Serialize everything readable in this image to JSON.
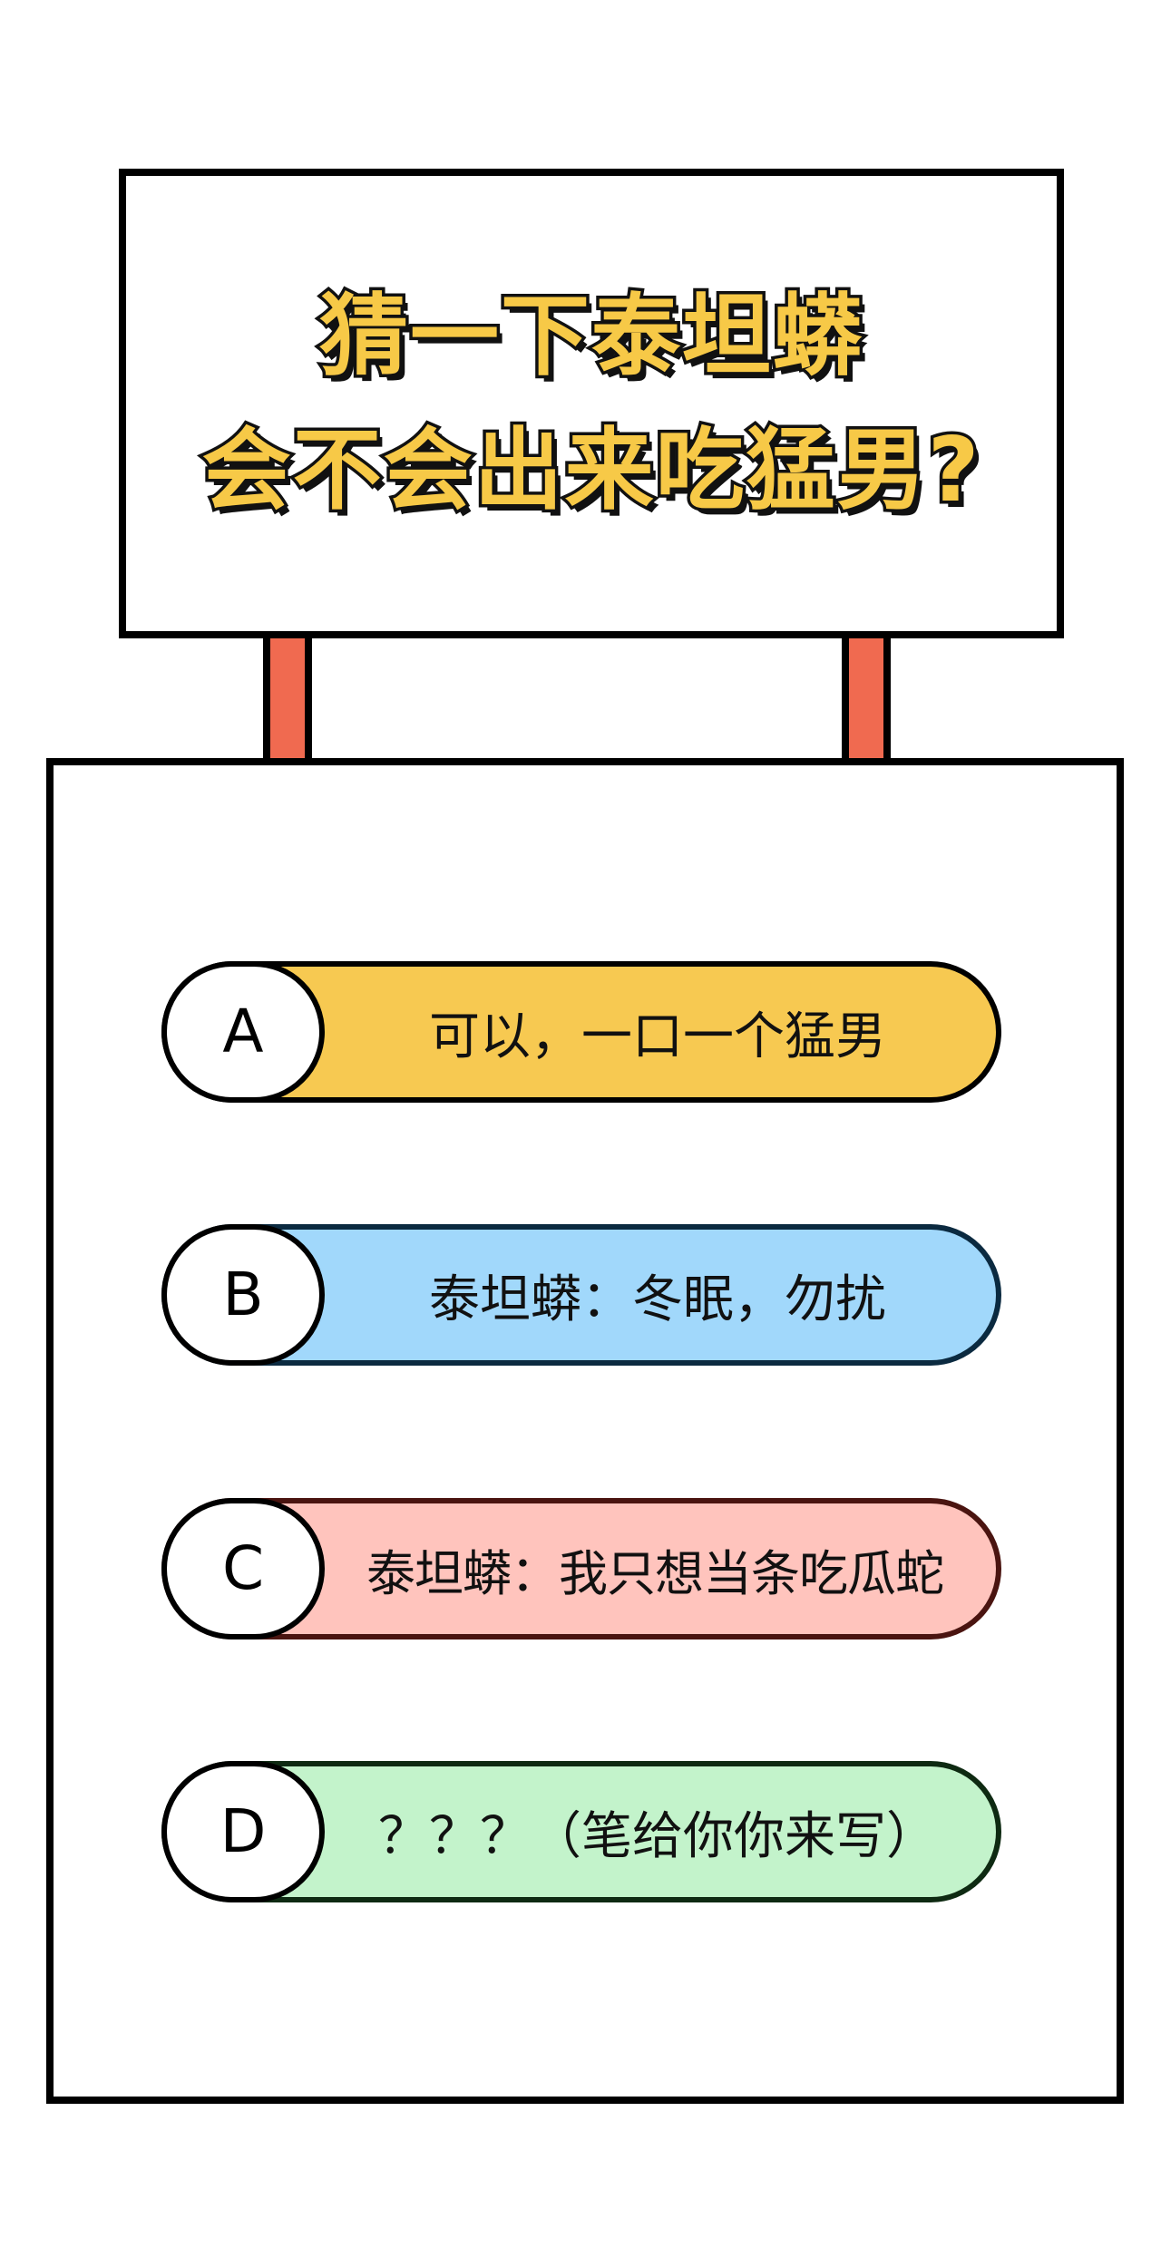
{
  "title": {
    "line1": "猜一下泰坦蟒",
    "line2": "会不会出来吃猛男?"
  },
  "options": [
    {
      "letter": "A",
      "text": "可以，一口一个猛男",
      "color": "#F7C951",
      "border": "#000000"
    },
    {
      "letter": "B",
      "text": "泰坦蟒：冬眠，勿扰",
      "color": "#A1D8FB",
      "border": "#0B2A40"
    },
    {
      "letter": "C",
      "text": "泰坦蟒：我只想当条吃瓜蛇",
      "color": "#FFC4BD",
      "border": "#4A1410"
    },
    {
      "letter": "D",
      "text": "？？？（笔给你你来写）",
      "color": "#C3F3CB",
      "border": "#0E2A12"
    }
  ],
  "colors": {
    "title_fill": "#F7C947",
    "post": "#F06A50",
    "outline": "#000000",
    "background": "#FFFFFF"
  }
}
